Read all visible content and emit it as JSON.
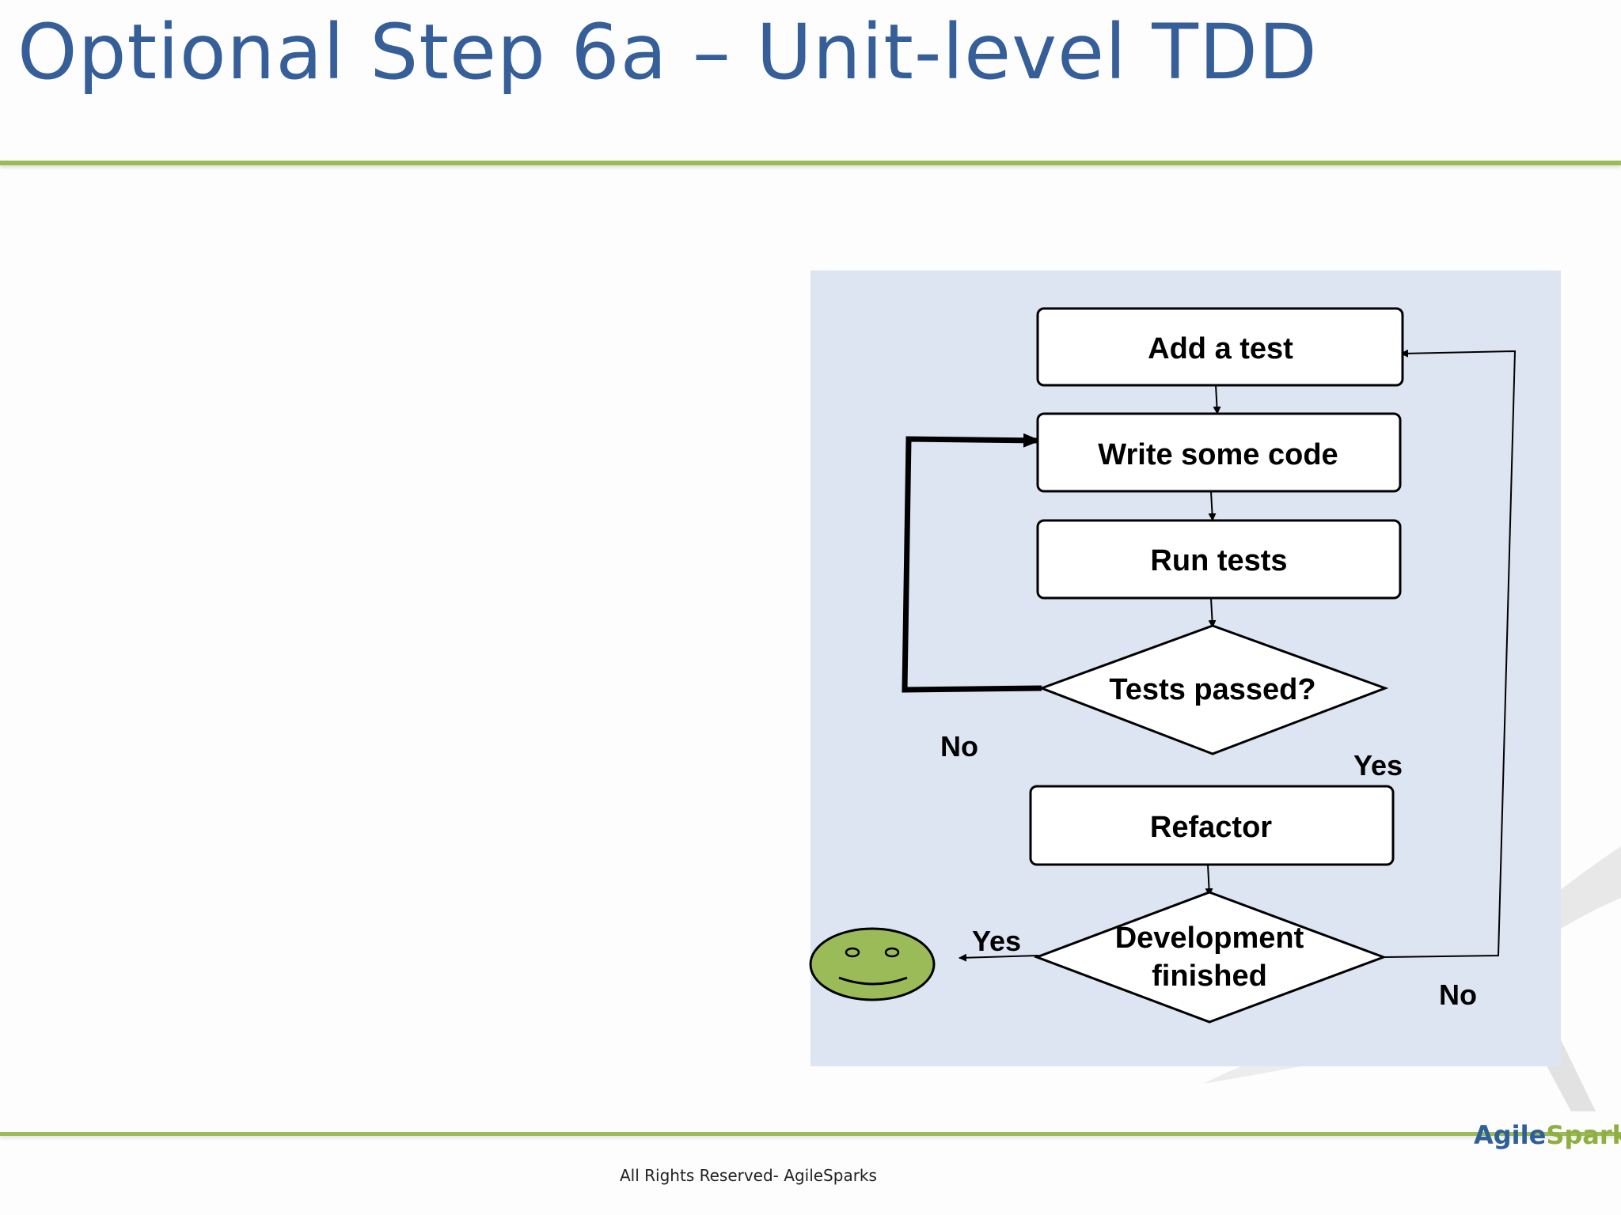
{
  "slide": {
    "title": "Optional Step 6a – Unit-level TDD",
    "footer": "All Rights Reserved- AgileSparks",
    "logo": {
      "part1": "Agile",
      "part2": "Sparks"
    }
  },
  "flowchart": {
    "nodes": {
      "add_test": "Add a test",
      "write_code": "Write some code",
      "run_tests": "Run tests",
      "tests_passed": "Tests passed?",
      "refactor": "Refactor",
      "dev_finished_line1": "Development",
      "dev_finished_line2": "finished"
    },
    "edge_labels": {
      "tests_no": "No",
      "tests_yes": "Yes",
      "finished_yes": "Yes",
      "finished_no": "No"
    },
    "end_icon": "smiley-face-icon"
  },
  "colors": {
    "title": "#365f99",
    "accent_rule": "#9bbb59",
    "diagram_background": "#dde5f3",
    "smiley_fill": "#9bbb59"
  }
}
